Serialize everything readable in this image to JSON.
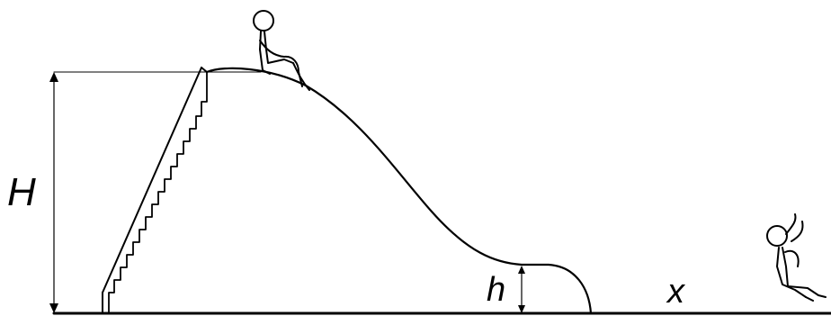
{
  "labels": {
    "height_top": "H",
    "height_lip": "h",
    "distance": "x"
  }
}
